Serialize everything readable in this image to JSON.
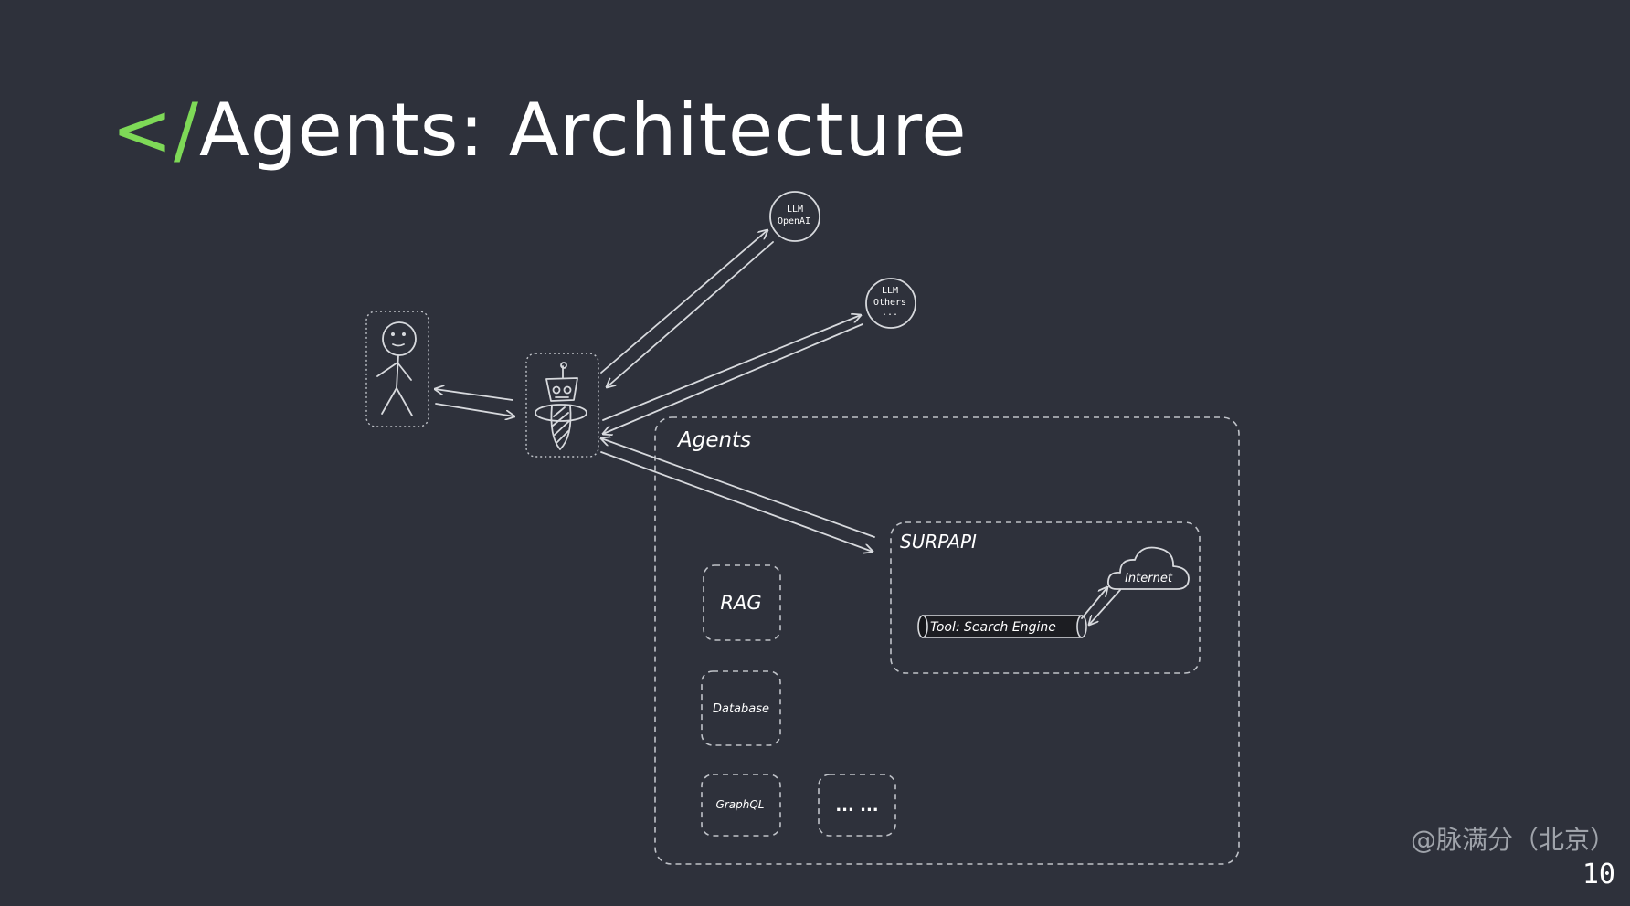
{
  "slide": {
    "title_prefix": "</",
    "title": "Agents: Architecture",
    "page_number": "10",
    "watermark": "@脉满分（北京）"
  },
  "diagram": {
    "llm_openai": {
      "line1": "LLM",
      "line2": "OpenAI"
    },
    "llm_others": {
      "line1": "LLM",
      "line2": "Others",
      "line3": "..."
    },
    "agents_label": "Agents",
    "surpapi_label": "SURPAPI",
    "internet_label": "Internet",
    "tool_label": "Tool: Search Engine",
    "rag_label": "RAG",
    "database_label": "Database",
    "graphql_label": "GraphQL",
    "more_label": "... ..."
  },
  "colors": {
    "background": "#2e313b",
    "accent": "#7ed957",
    "stroke": "#d7d9dd"
  }
}
